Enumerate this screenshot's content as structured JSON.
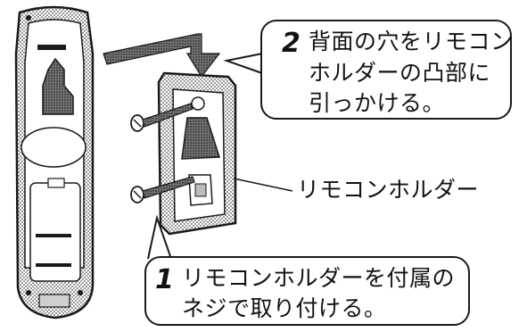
{
  "steps": [
    {
      "number": "2",
      "lines": [
        "背面の穴をリモコン",
        "ホルダーの凸部に",
        "引っかける。"
      ]
    },
    {
      "number": "1",
      "lines": [
        "リモコンホルダーを付属の",
        "ネジで取り付ける。"
      ]
    }
  ],
  "labels": {
    "holder": "リモコンホルダー"
  },
  "colors": {
    "ink": "#1a1a1a",
    "shade": "#9a9a9a",
    "background": "#ffffff"
  }
}
